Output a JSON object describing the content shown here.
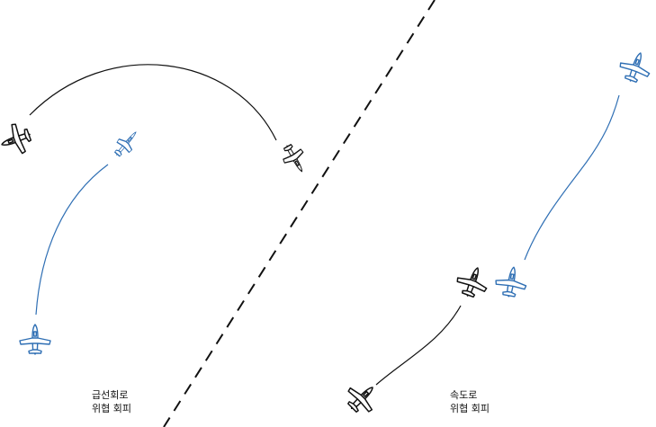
{
  "colors": {
    "black": "#111111",
    "blue": "#2f6fb4",
    "blue_fill": "#ffffff"
  },
  "icons": {
    "aircraft": "airplane-icon"
  },
  "captions": {
    "left": {
      "line1": "급선회로",
      "line2": "위협 회피"
    },
    "right": {
      "line1": "속도로",
      "line2": "위협 회피"
    }
  }
}
